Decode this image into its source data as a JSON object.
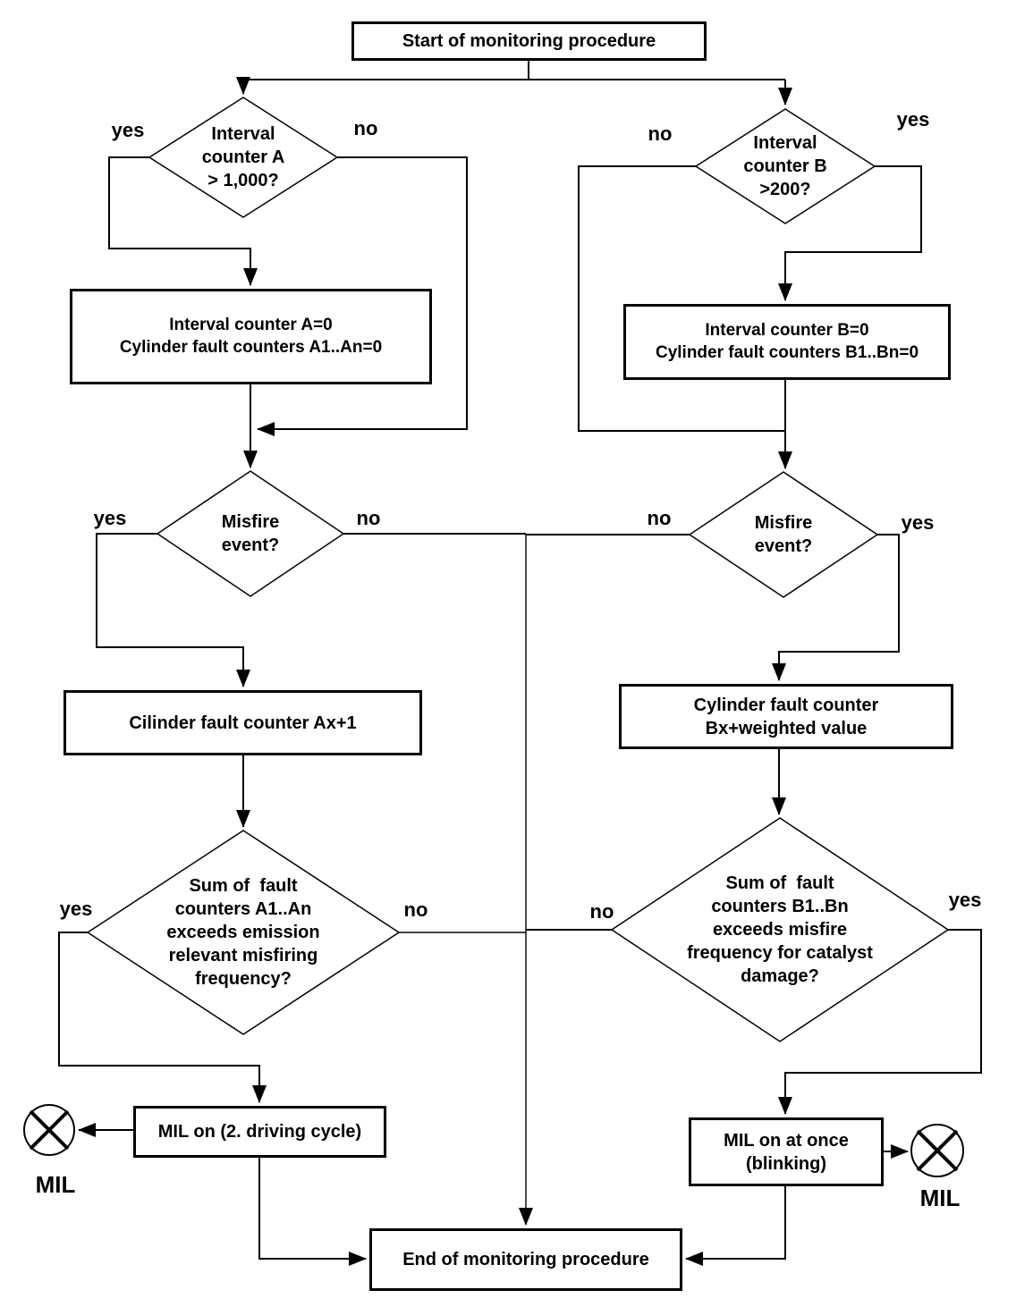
{
  "diagram": {
    "background_color": "#ffffff",
    "line_color": "#000000"
  },
  "nodes": {
    "start": "Start of monitoring procedure",
    "interval_a": "Interval\ncounter A\n> 1,000?",
    "reset_a": "Interval counter A=0\nCylinder fault counters A1..An=0",
    "misfire_a": "Misfire\nevent?",
    "inc_a": "Cilinder fault counter Ax+1",
    "sum_a": "Sum of  fault\ncounters A1..An\nexceeds emission\nrelevant misfiring\nfrequency?",
    "mil_a": "MIL on (2. driving cycle)",
    "interval_b": "Interval\ncounter B\n>200?",
    "reset_b": "Interval counter B=0\nCylinder fault counters B1..Bn=0",
    "misfire_b": "Misfire\nevent?",
    "inc_b": "Cylinder fault counter\nBx+weighted value",
    "sum_b": "Sum of  fault\ncounters B1..Bn\nexceeds misfire\nfrequency for catalyst\ndamage?",
    "mil_b": "MIL on at once\n(blinking)",
    "end": "End of monitoring procedure"
  },
  "edge_labels": {
    "interval_a_yes": "yes",
    "interval_a_no": "no",
    "interval_b_no": "no",
    "interval_b_yes": "yes",
    "misfire_a_yes": "yes",
    "misfire_a_no": "no",
    "misfire_b_no": "no",
    "misfire_b_yes": "yes",
    "sum_a_yes": "yes",
    "sum_a_no": "no",
    "sum_b_no": "no",
    "sum_b_yes": "yes"
  },
  "lamps": {
    "mil_left": "MIL",
    "mil_right": "MIL"
  }
}
